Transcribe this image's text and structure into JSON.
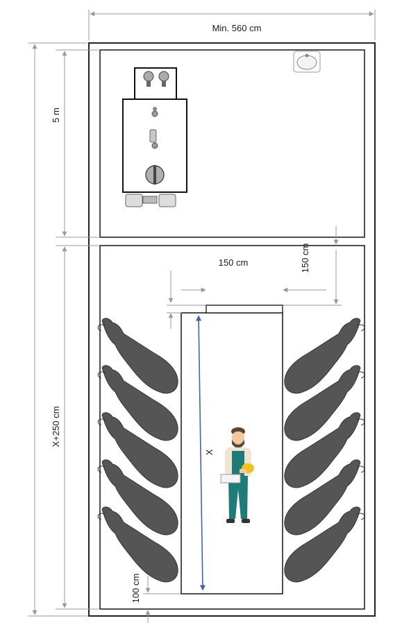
{
  "labels": {
    "width": "Min. 560 cm",
    "milking_room_length": "5 m",
    "parlour_length": "X+250 cm",
    "entry_width": "150 cm",
    "entry_depth": "150 cm",
    "pit_length": "X",
    "bottom_gap": "100 cm"
  },
  "cows": {
    "left_count": 5,
    "right_count": 5
  },
  "colors": {
    "wall": "#222222",
    "dimension": "#9a9a9a",
    "cow": "#555555",
    "arrow": "#3d62b8",
    "overalls": "#1f7a7a",
    "shirt": "#ece6d2",
    "helmet": "#f2c21a"
  },
  "icons": [
    "sink-icon",
    "milk-tank-icon",
    "cow-icon",
    "farmer-icon"
  ]
}
